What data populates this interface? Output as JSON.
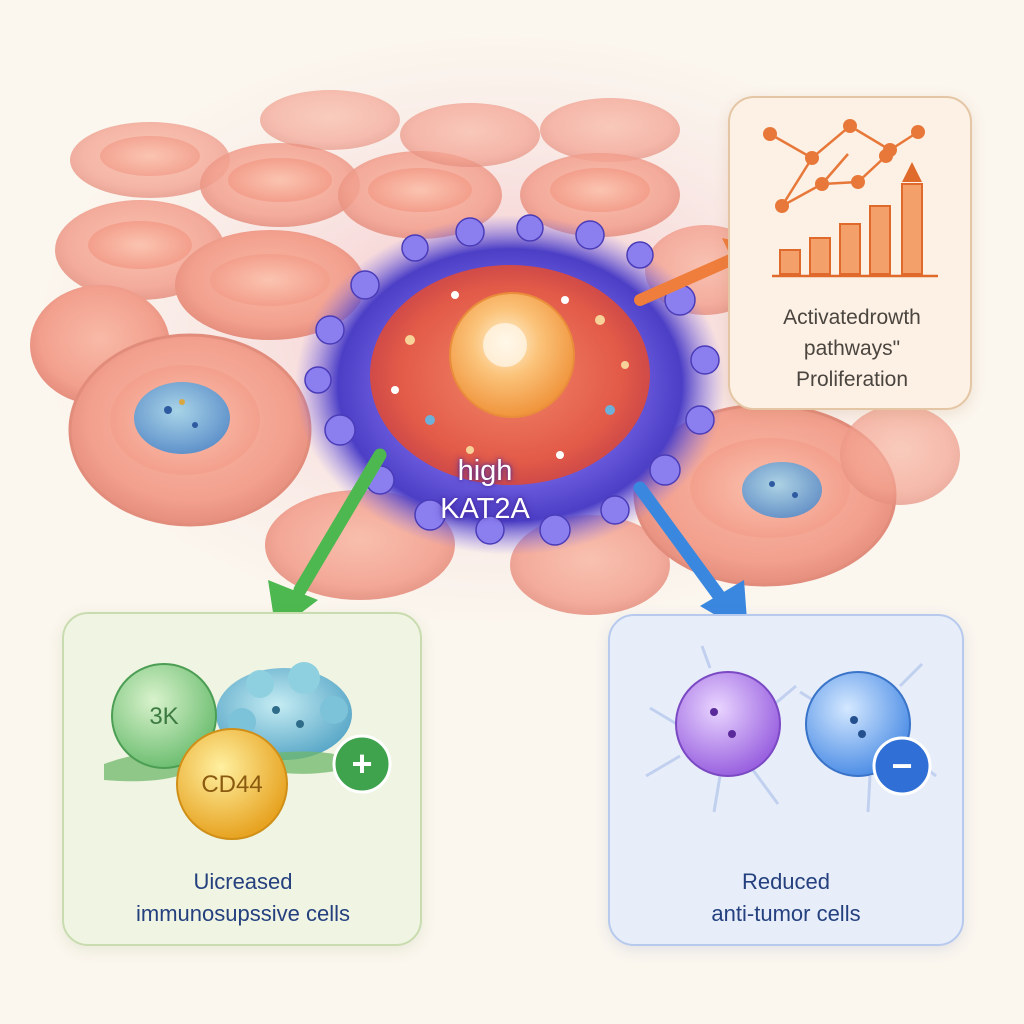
{
  "center": {
    "label_line1": "high",
    "label_line2": "KAT2A"
  },
  "growth_panel": {
    "caption_line1": "Activatedrowth",
    "caption_line2": "pathways\"",
    "caption_line3": "Proliferation",
    "icon": "network-and-bar-chart-icon",
    "accent_color": "#e8783a"
  },
  "immunosuppressive_panel": {
    "caption_line1": "Uicreased",
    "caption_line2": "immunosupssive cells",
    "cell_label_green": "3K",
    "cell_label_yellow": "CD44",
    "badge_symbol": "+",
    "accent_color": "#3fa34d"
  },
  "antitumor_panel": {
    "caption_line1": "Reduced",
    "caption_line2": "anti-tumor cells",
    "badge_symbol": "−",
    "accent_color": "#2f6fd6"
  },
  "arrows": {
    "to_growth_color": "#ef7d3c",
    "to_immunosuppressive_color": "#4cb84f",
    "to_antitumor_color": "#3a87e0"
  }
}
